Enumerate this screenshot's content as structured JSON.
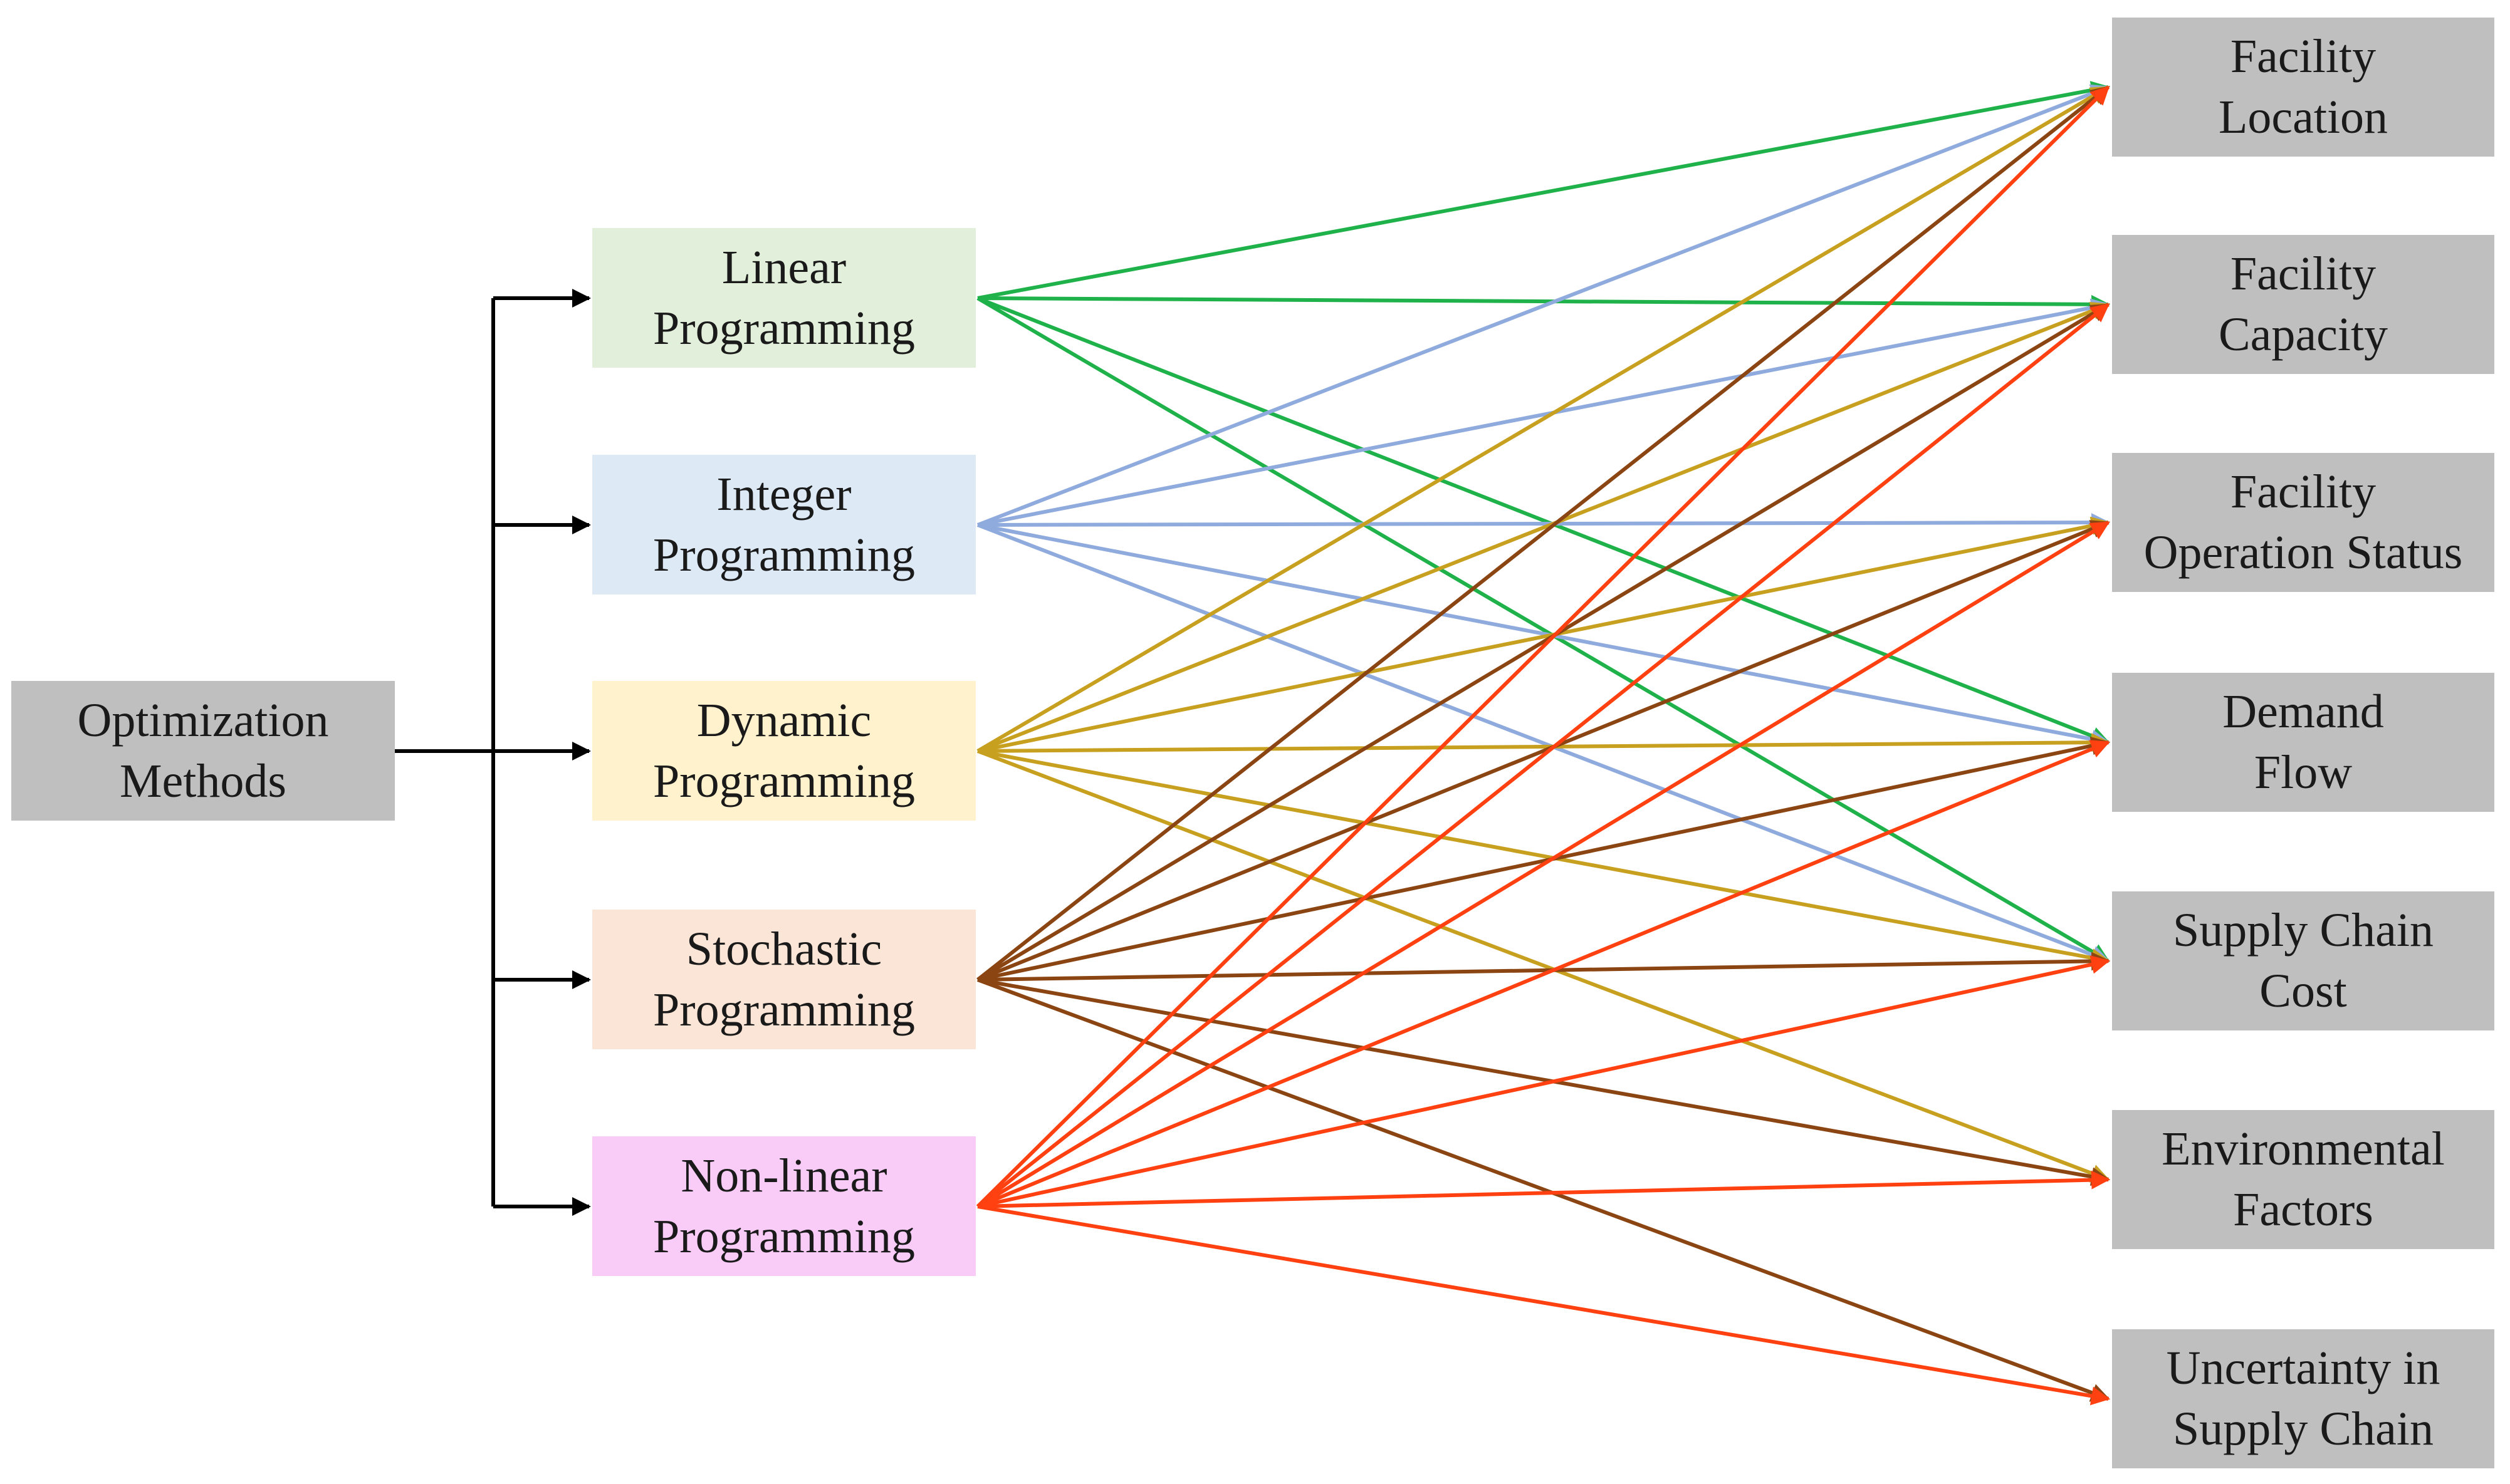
{
  "root": {
    "label": "Optimization\nMethods",
    "color": "#bfbfbf"
  },
  "methods": [
    {
      "label": "Linear\nProgramming",
      "fill": "#e2efda",
      "line": "#1fb24a"
    },
    {
      "label": "Integer\nProgramming",
      "fill": "#dde9f5",
      "line": "#8faadc"
    },
    {
      "label": "Dynamic\nProgramming",
      "fill": "#fff2cc",
      "line": "#c8a020"
    },
    {
      "label": "Stochastic\nProgramming",
      "fill": "#fbe5d6",
      "line": "#8b4513"
    },
    {
      "label": "Non-linear\nProgramming",
      "fill": "#f9ccf7",
      "line": "#ff4010"
    }
  ],
  "targets": [
    {
      "label": "Facility\nLocation"
    },
    {
      "label": "Facility\nCapacity"
    },
    {
      "label": "Facility\nOperation Status"
    },
    {
      "label": "Demand\nFlow"
    },
    {
      "label": "Supply Chain\nCost"
    },
    {
      "label": "Environmental\nFactors"
    },
    {
      "label": "Uncertainty in\nSupply Chain"
    }
  ],
  "links": [
    [
      0,
      0
    ],
    [
      0,
      1
    ],
    [
      0,
      3
    ],
    [
      0,
      4
    ],
    [
      1,
      0
    ],
    [
      1,
      1
    ],
    [
      1,
      2
    ],
    [
      1,
      3
    ],
    [
      1,
      4
    ],
    [
      2,
      0
    ],
    [
      2,
      1
    ],
    [
      2,
      2
    ],
    [
      2,
      3
    ],
    [
      2,
      4
    ],
    [
      2,
      5
    ],
    [
      3,
      0
    ],
    [
      3,
      1
    ],
    [
      3,
      2
    ],
    [
      3,
      3
    ],
    [
      3,
      4
    ],
    [
      3,
      5
    ],
    [
      3,
      6
    ],
    [
      4,
      0
    ],
    [
      4,
      1
    ],
    [
      4,
      2
    ],
    [
      4,
      3
    ],
    [
      4,
      4
    ],
    [
      4,
      5
    ],
    [
      4,
      6
    ]
  ]
}
